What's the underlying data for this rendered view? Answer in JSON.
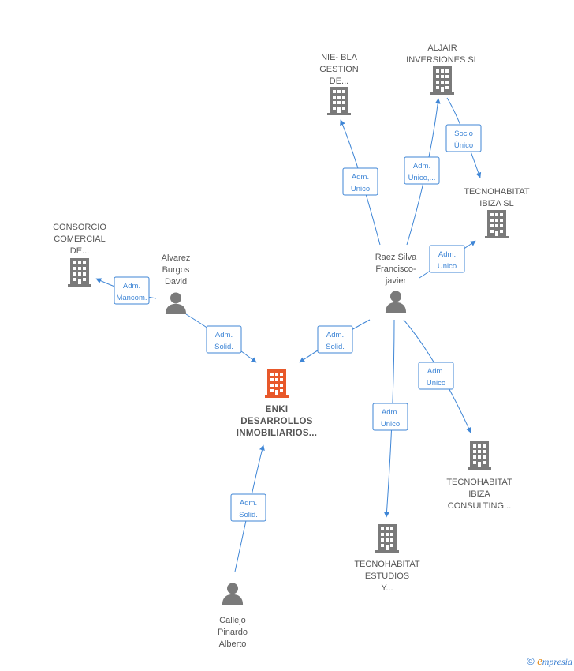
{
  "colors": {
    "node": "#7a7a7a",
    "center": "#e8582a",
    "edge": "#3f86d6",
    "label": "#555555"
  },
  "nodes": [
    {
      "id": "nie",
      "kind": "company",
      "icon": "building-icon",
      "label": [
        "NIE- BLA",
        "GESTION",
        "DE..."
      ]
    },
    {
      "id": "aljair",
      "kind": "company",
      "icon": "building-icon",
      "label": [
        "ALJAIR",
        "INVERSIONES SL"
      ]
    },
    {
      "id": "tecibiza",
      "kind": "company",
      "icon": "building-icon",
      "label": [
        "TECNOHABITAT",
        "IBIZA  SL"
      ]
    },
    {
      "id": "consorcio",
      "kind": "company",
      "icon": "building-icon",
      "label": [
        "CONSORCIO",
        "COMERCIAL",
        "DE..."
      ]
    },
    {
      "id": "alvarez",
      "kind": "person",
      "icon": "person-icon",
      "label": [
        "Alvarez",
        "Burgos",
        "David"
      ]
    },
    {
      "id": "raez",
      "kind": "person",
      "icon": "person-icon",
      "label": [
        "Raez Silva",
        "Francisco-",
        "javier"
      ]
    },
    {
      "id": "enki",
      "kind": "center",
      "icon": "building-icon",
      "label": [
        "ENKI",
        "DESARROLLOS",
        "INMOBILIARIOS..."
      ]
    },
    {
      "id": "teccons",
      "kind": "company",
      "icon": "building-icon",
      "label": [
        "TECNOHABITAT",
        "IBIZA",
        "CONSULTING..."
      ]
    },
    {
      "id": "tecest",
      "kind": "company",
      "icon": "building-icon",
      "label": [
        "TECNOHABITAT",
        "ESTUDIOS",
        "Y..."
      ]
    },
    {
      "id": "callejo",
      "kind": "person",
      "icon": "person-icon",
      "label": [
        "Callejo",
        "Pinardo",
        "Alberto"
      ]
    }
  ],
  "edges": [
    {
      "id": "raez-nie",
      "label": [
        "Adm.",
        "Unico"
      ]
    },
    {
      "id": "raez-aljair",
      "label": [
        "Adm.",
        "Unico,..."
      ]
    },
    {
      "id": "aljair-tecibiza",
      "label": [
        "Socio",
        "Único"
      ]
    },
    {
      "id": "raez-tecibiza",
      "label": [
        "Adm.",
        "Unico"
      ]
    },
    {
      "id": "alvarez-consorcio",
      "label": [
        "Adm.",
        "Mancom."
      ]
    },
    {
      "id": "alvarez-enki",
      "label": [
        "Adm.",
        "Solid."
      ]
    },
    {
      "id": "raez-enki",
      "label": [
        "Adm.",
        "Solid."
      ]
    },
    {
      "id": "raez-teccons",
      "label": [
        "Adm.",
        "Unico"
      ]
    },
    {
      "id": "raez-tecest",
      "label": [
        "Adm.",
        "Unico"
      ]
    },
    {
      "id": "callejo-enki",
      "label": [
        "Adm.",
        "Solid."
      ]
    }
  ],
  "footer": {
    "copyright": "©",
    "brand_initial": "e",
    "brand_rest": "mpresia"
  }
}
